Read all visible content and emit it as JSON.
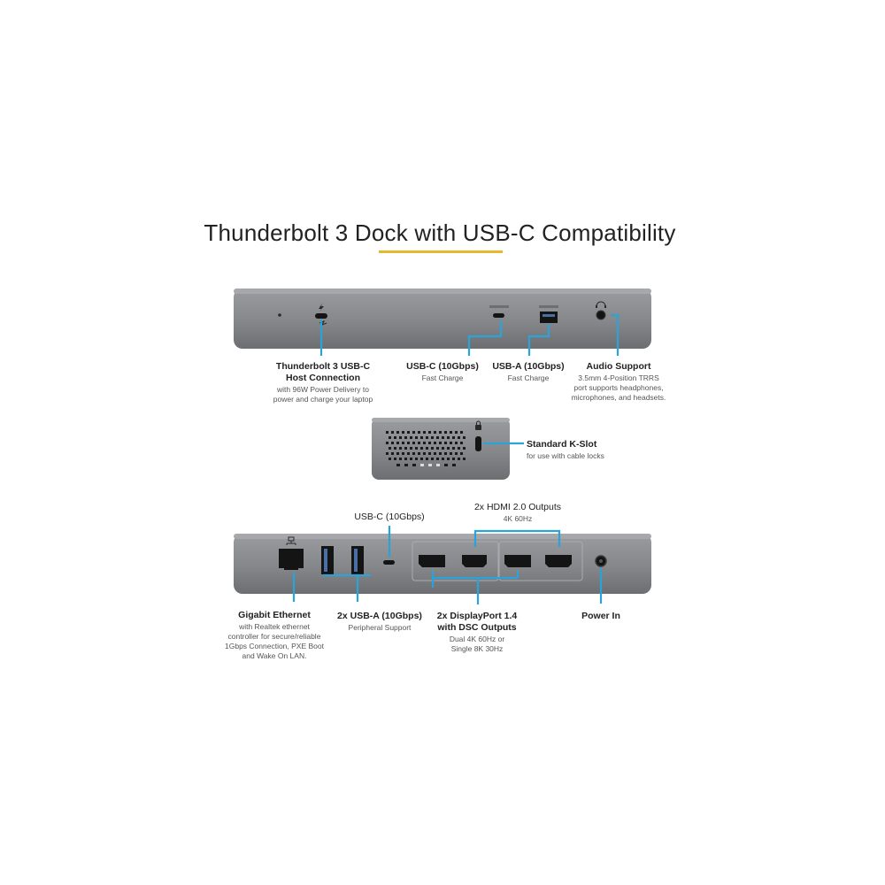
{
  "title": "Thunderbolt 3 Dock with USB-C Compatibility",
  "colors": {
    "accent_line": "#e8b82c",
    "callout_line": "#2aa4d8",
    "dock_body": "#8b8d91",
    "dock_dark": "#6f7175",
    "port_black": "#141414"
  },
  "front_panel": {
    "callouts": [
      {
        "heading": "Thunderbolt 3 USB-C\nHost Connection",
        "detail": "with 96W Power Delivery to\npower and charge your laptop"
      },
      {
        "heading": "USB-C (10Gbps)",
        "detail": "Fast Charge"
      },
      {
        "heading": "USB-A (10Gbps)",
        "detail": "Fast Charge"
      },
      {
        "heading": "Audio Support",
        "detail": "3.5mm 4-Position TRRS\nport supports headphones,\nmicrophones, and headsets."
      }
    ]
  },
  "side_panel": {
    "callout": {
      "heading": "Standard K-Slot",
      "detail": "for use with cable locks"
    }
  },
  "rear_panel": {
    "top_callouts": [
      {
        "heading": "USB-C (10Gbps)",
        "detail": ""
      },
      {
        "heading": "2x HDMI 2.0 Outputs",
        "detail": "4K 60Hz"
      }
    ],
    "bottom_callouts": [
      {
        "heading": "Gigabit Ethernet",
        "detail": "with Realtek ethernet\ncontroller for secure/reliable\n1Gbps Connection, PXE Boot\nand Wake On LAN."
      },
      {
        "heading": "2x USB-A (10Gbps)",
        "detail": "Peripheral Support"
      },
      {
        "heading": "2x DisplayPort 1.4\nwith DSC Outputs",
        "detail": "Dual 4K 60Hz or\nSingle 8K 30Hz"
      },
      {
        "heading": "Power In",
        "detail": ""
      }
    ]
  },
  "icons": [
    "thunderbolt-icon",
    "headset-icon",
    "network-icon",
    "lock-icon"
  ]
}
